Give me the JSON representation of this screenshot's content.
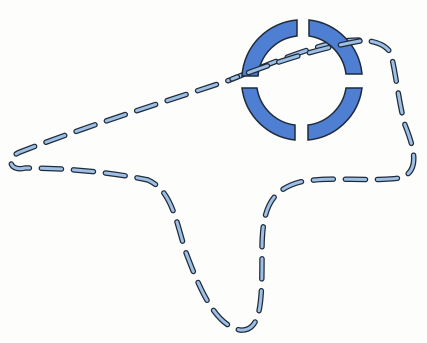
{
  "drawing": {
    "subject": "sketch",
    "colors": {
      "background": "#fdfdfc",
      "path_fill": "#9ec0e4",
      "path_outline": "#1f2a3a",
      "ring_fill": "#4f7fd2",
      "ring_outline": "#1f2a3a"
    },
    "path_style": "dashed",
    "ring_segments": 4
  }
}
